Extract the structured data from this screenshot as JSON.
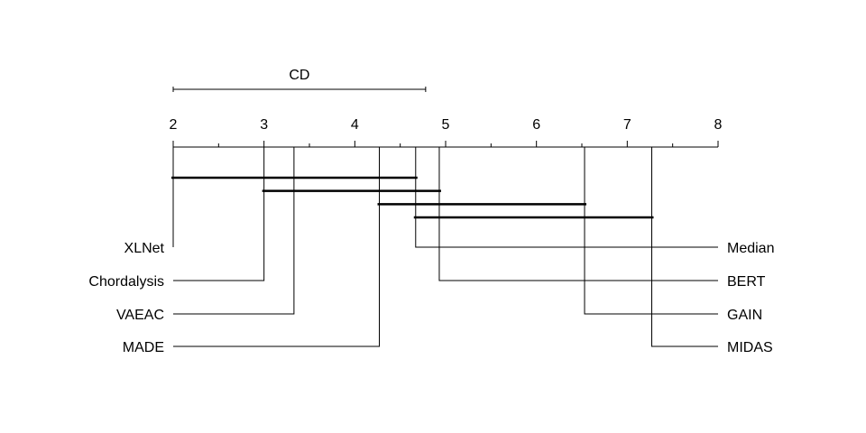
{
  "chart_data": {
    "type": "critical-difference-diagram",
    "title": "",
    "cd_label": "CD",
    "cd_value": 2.78,
    "axis_range": [
      2,
      8
    ],
    "ticks": [
      "2",
      "3",
      "4",
      "5",
      "6",
      "7",
      "8"
    ],
    "left_methods": [
      {
        "name": "XLNet",
        "rank": 2.0
      },
      {
        "name": "Chordalysis",
        "rank": 3.0
      },
      {
        "name": "VAEAC",
        "rank": 3.33
      },
      {
        "name": "MADE",
        "rank": 4.27
      }
    ],
    "right_methods": [
      {
        "name": "Median",
        "rank": 4.67
      },
      {
        "name": "BERT",
        "rank": 4.93
      },
      {
        "name": "GAIN",
        "rank": 6.53
      },
      {
        "name": "MIDAS",
        "rank": 7.27
      }
    ],
    "cliques": [
      [
        2.0,
        4.67
      ],
      [
        3.0,
        4.93
      ],
      [
        4.27,
        6.53
      ],
      [
        4.67,
        7.27
      ]
    ]
  }
}
